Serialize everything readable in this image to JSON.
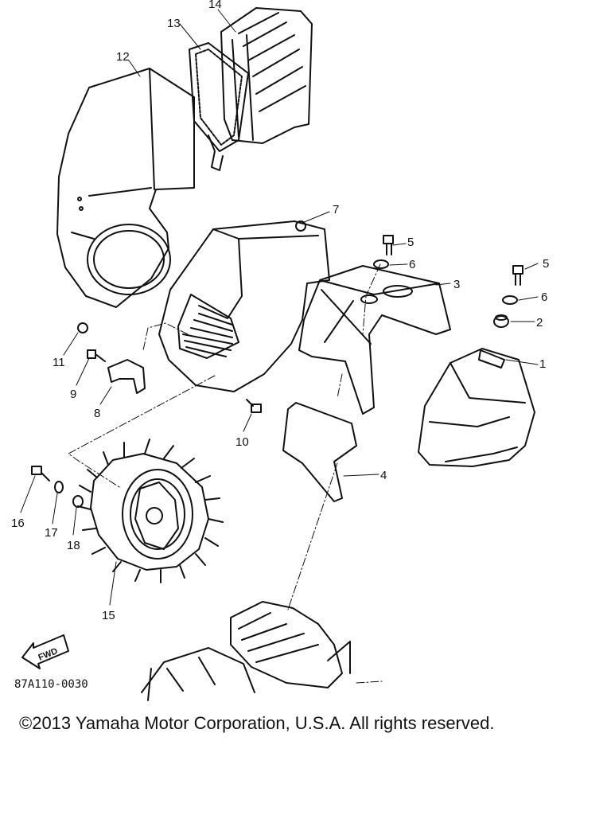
{
  "callouts": {
    "c1": "1",
    "c2": "2",
    "c3": "3",
    "c4": "4",
    "c5a": "5",
    "c5b": "5",
    "c6a": "6",
    "c6b": "6",
    "c7": "7",
    "c8": "8",
    "c9": "9",
    "c10": "10",
    "c11": "11",
    "c12": "12",
    "c13": "13",
    "c14": "14",
    "c15": "15",
    "c16": "16",
    "c17": "17",
    "c18": "18"
  },
  "fwd_label": "FWD",
  "diagram_code": "87A110-0030",
  "copyright": "©2013 Yamaha Motor Corporation, U.S.A. All rights reserved."
}
